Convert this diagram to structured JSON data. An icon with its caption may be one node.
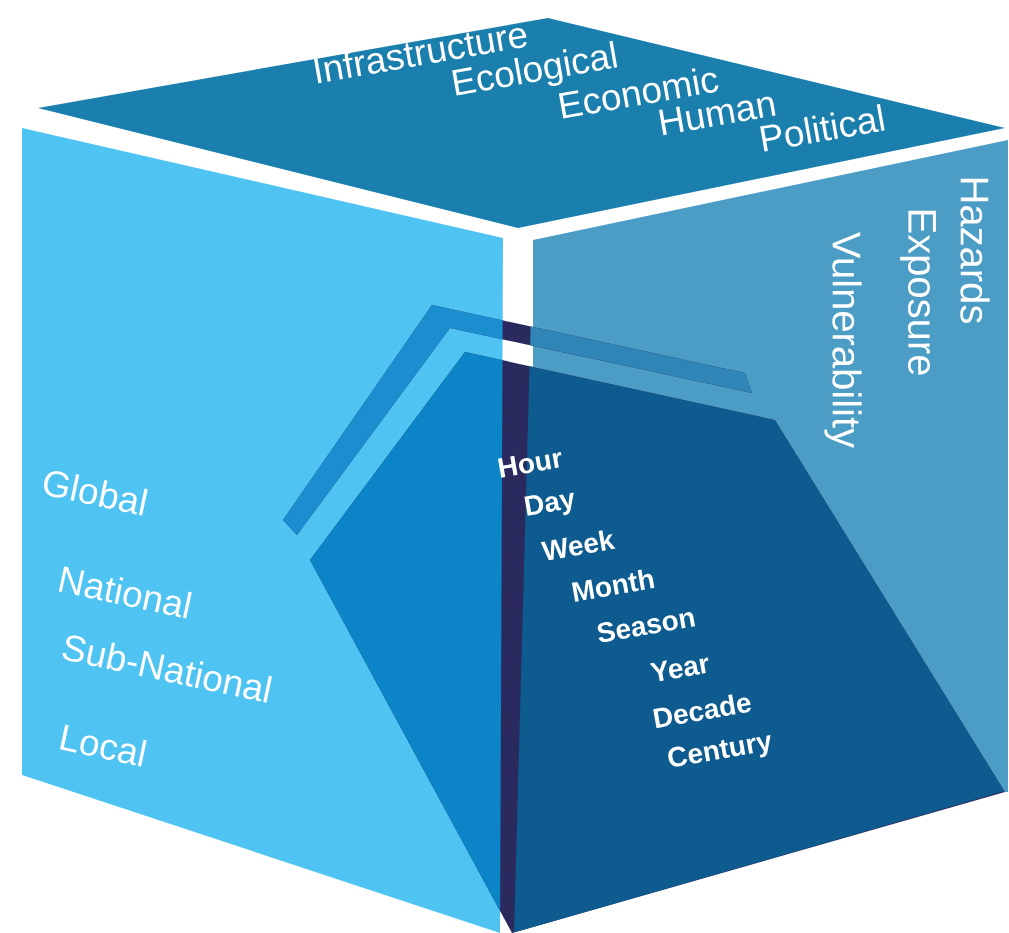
{
  "diagram": {
    "nodes": [
      {
        "text": [
          "Infrastructure",
          "Ecological",
          "Economic",
          "Human",
          "Political"
        ]
      },
      {
        "text": [
          "Global",
          "National",
          "Sub-National",
          "Local"
        ]
      },
      {
        "text": [
          "Hazards",
          "Exposure",
          "Vulnerability"
        ]
      },
      {
        "text": [
          "Hour",
          "Day",
          "Week",
          "Month",
          "Season",
          "Year",
          "Decade",
          "Century"
        ]
      }
    ]
  }
}
